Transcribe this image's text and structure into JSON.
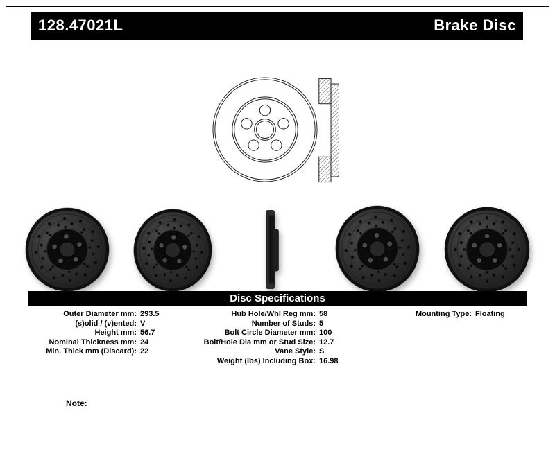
{
  "header": {
    "part_number": "128.47021L",
    "product_type": "Brake Disc"
  },
  "drawings": {
    "front_view_icon": "brake-disc-front-line-drawing",
    "side_view_icon": "brake-disc-cross-section-drawing"
  },
  "photos": {
    "count": 5,
    "description_icons": [
      "drilled-rotor-angled-photo",
      "drilled-rotor-angled-photo",
      "rotor-edge-profile-photo",
      "drilled-rotor-angled-photo",
      "drilled-rotor-front-photo"
    ]
  },
  "specs_title": "Disc Specifications",
  "specs": {
    "left": [
      {
        "label": "Outer Diameter mm:",
        "value": "293.5"
      },
      {
        "label": "(s)olid / (v)ented:",
        "value": "V"
      },
      {
        "label": "Height mm:",
        "value": "56.7"
      },
      {
        "label": "Nominal Thickness mm:",
        "value": "24"
      },
      {
        "label": "Min. Thick mm (Discard):",
        "value": "22"
      }
    ],
    "middle": [
      {
        "label": "Hub Hole/Whl Reg mm:",
        "value": "58"
      },
      {
        "label": "Number of Studs:",
        "value": "5"
      },
      {
        "label": "Bolt Circle Diameter mm:",
        "value": "100"
      },
      {
        "label": "Bolt/Hole Dia mm or Stud Size:",
        "value": "12.7"
      },
      {
        "label": "Vane Style:",
        "value": "S"
      },
      {
        "label": "Weight (lbs) Including Box:",
        "value": "16.98"
      }
    ],
    "right": [
      {
        "label": "Mounting Type:",
        "value": "Floating"
      }
    ]
  },
  "note_label": "Note:"
}
